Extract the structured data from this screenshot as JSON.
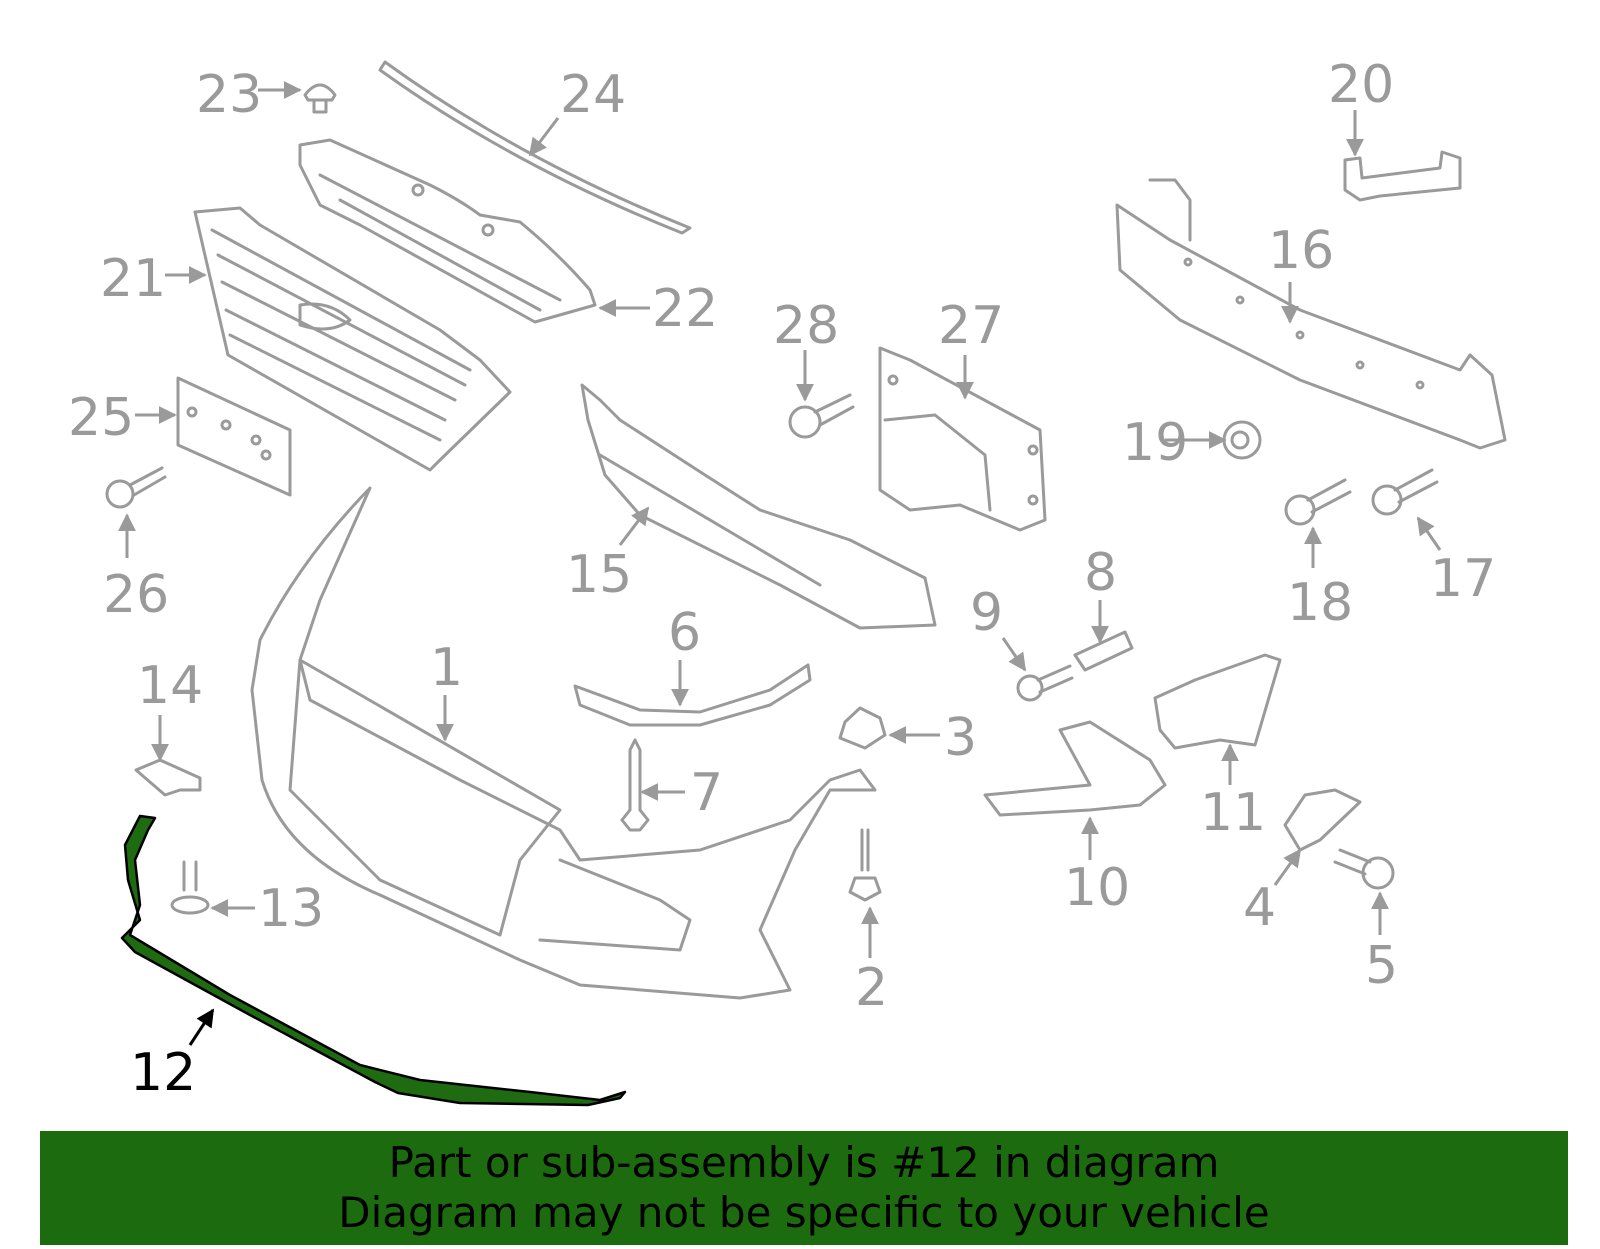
{
  "diagram": {
    "highlighted_part": "12",
    "colors": {
      "line": "#9a9a9a",
      "highlight": "#1f6b12",
      "banner": "#1d6b0f",
      "text": "#000000"
    },
    "callouts": [
      "1",
      "2",
      "3",
      "4",
      "5",
      "6",
      "7",
      "8",
      "9",
      "10",
      "11",
      "12",
      "13",
      "14",
      "15",
      "16",
      "17",
      "18",
      "19",
      "20",
      "21",
      "22",
      "23",
      "24",
      "25",
      "26",
      "27",
      "28"
    ]
  },
  "banner": {
    "line1": "Part or sub-assembly is #12 in diagram",
    "line2": "Diagram may not be specific to your vehicle"
  }
}
